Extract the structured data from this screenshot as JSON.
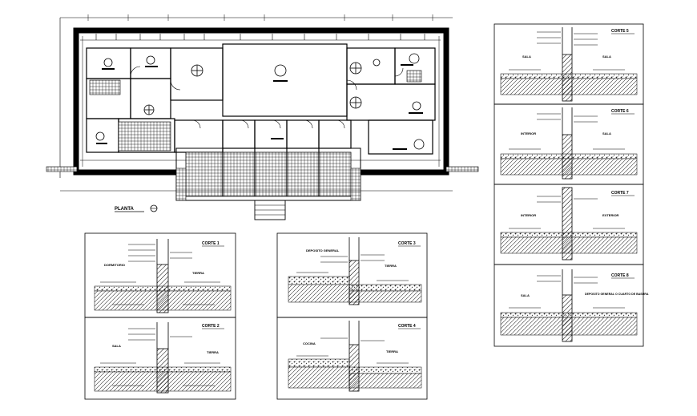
{
  "plan": {
    "title": "PLANTA",
    "scale_symbol": "section-marker-icon"
  },
  "sections": {
    "corte_1": {
      "title": "CORTE 1",
      "label_left": "DORMITORIO",
      "label_right": "TIERRA"
    },
    "corte_2": {
      "title": "CORTE 2",
      "label_left": "SALA",
      "label_right": "TIERRA"
    },
    "corte_3": {
      "title": "CORTE 3",
      "label_left": "DEPOSITO GENERAL",
      "label_right": "TIERRA"
    },
    "corte_4": {
      "title": "CORTE 4",
      "label_left": "COCINA",
      "label_right": "TIERRA"
    },
    "corte_5": {
      "title": "CORTE 5",
      "label_left": "SALA",
      "label_right": "SALA"
    },
    "corte_6": {
      "title": "CORTE 6",
      "label_left": "INTERIOR",
      "label_right": "SALA"
    },
    "corte_7": {
      "title": "CORTE 7",
      "label_left": "INTERIOR",
      "label_right": "EXTERIOR"
    },
    "corte_8": {
      "title": "CORTE 8",
      "label_left": "SALA",
      "label_right": "DEPOSITO GENERAL O CUARTO DE BASURA"
    }
  },
  "colors": {
    "line": "#000000",
    "paper": "#ffffff",
    "hatch": "#555555"
  }
}
